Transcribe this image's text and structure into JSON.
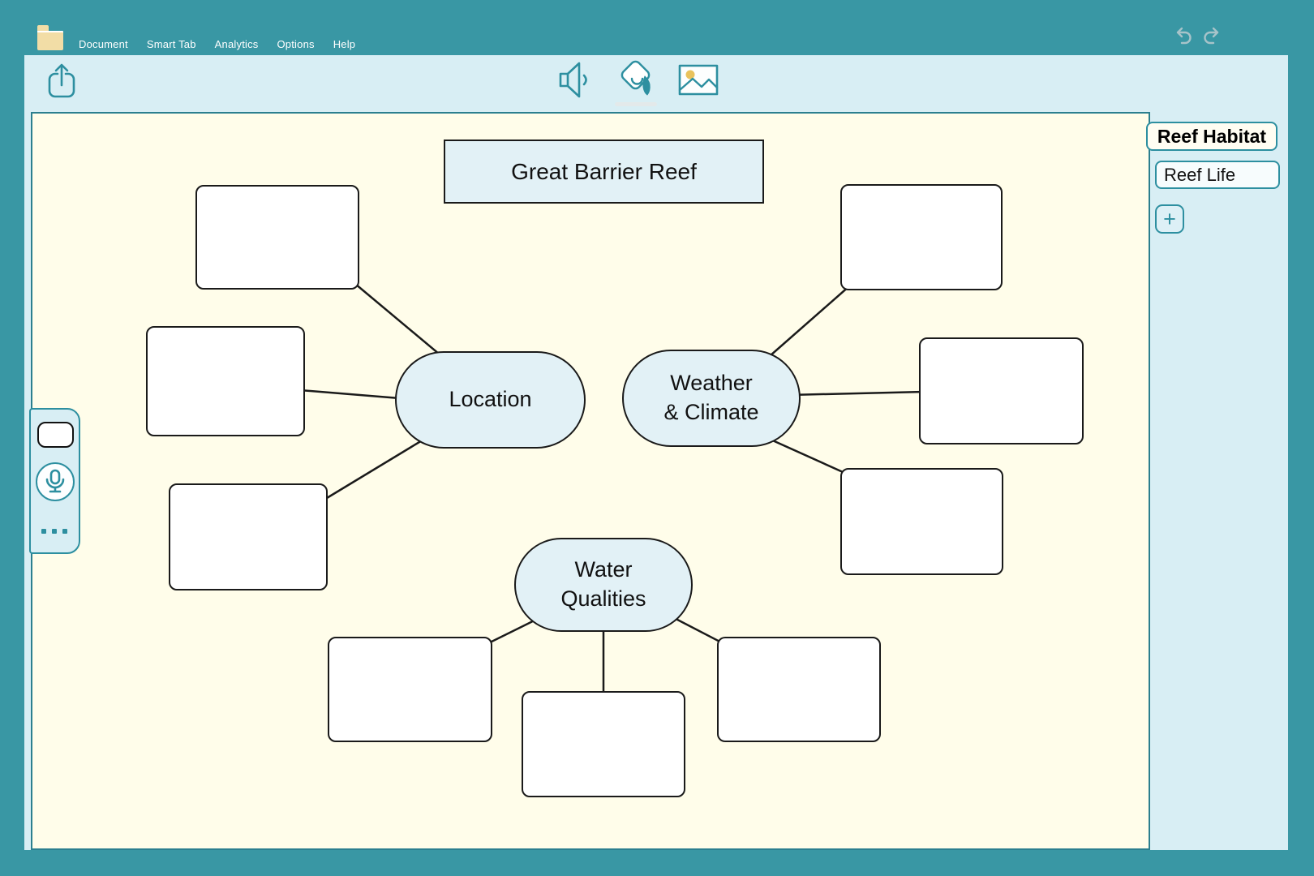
{
  "colors": {
    "frame_teal": "#3997a4",
    "panel_blue": "#d8eef4",
    "canvas_cream": "#fffdea",
    "node_fill": "#e2f1f6",
    "accent_stroke": "#2d8fa0",
    "connector_black": "#1a1a1a",
    "folder_tan": "#f2dda6",
    "sun_yellow": "#e9c25c"
  },
  "menu": {
    "items": [
      "Document",
      "Smart Tab",
      "Analytics",
      "Options",
      "Help"
    ]
  },
  "icons": {
    "folder": "folder-icon",
    "undo": "undo-arrow-icon",
    "redo": "redo-arrow-icon",
    "share": "share-export-icon",
    "speaker": "speaker-audio-icon",
    "paint_bucket": "paint-bucket-icon",
    "image": "insert-image-icon",
    "microphone": "microphone-icon",
    "more_dots": "more-options-icon",
    "plus": "add-plus-icon"
  },
  "sidebar": {
    "tab_label": "Reef Habitat",
    "input_value": "Reef Life",
    "add_label": "+"
  },
  "diagram": {
    "title": "Great Barrier Reef",
    "main_ideas": {
      "location": {
        "label": "Location"
      },
      "weather": {
        "line1": "Weather",
        "line2": "& Climate"
      },
      "water": {
        "line1": "Water",
        "line2": "Qualities"
      }
    },
    "empty_box_count": 9
  }
}
